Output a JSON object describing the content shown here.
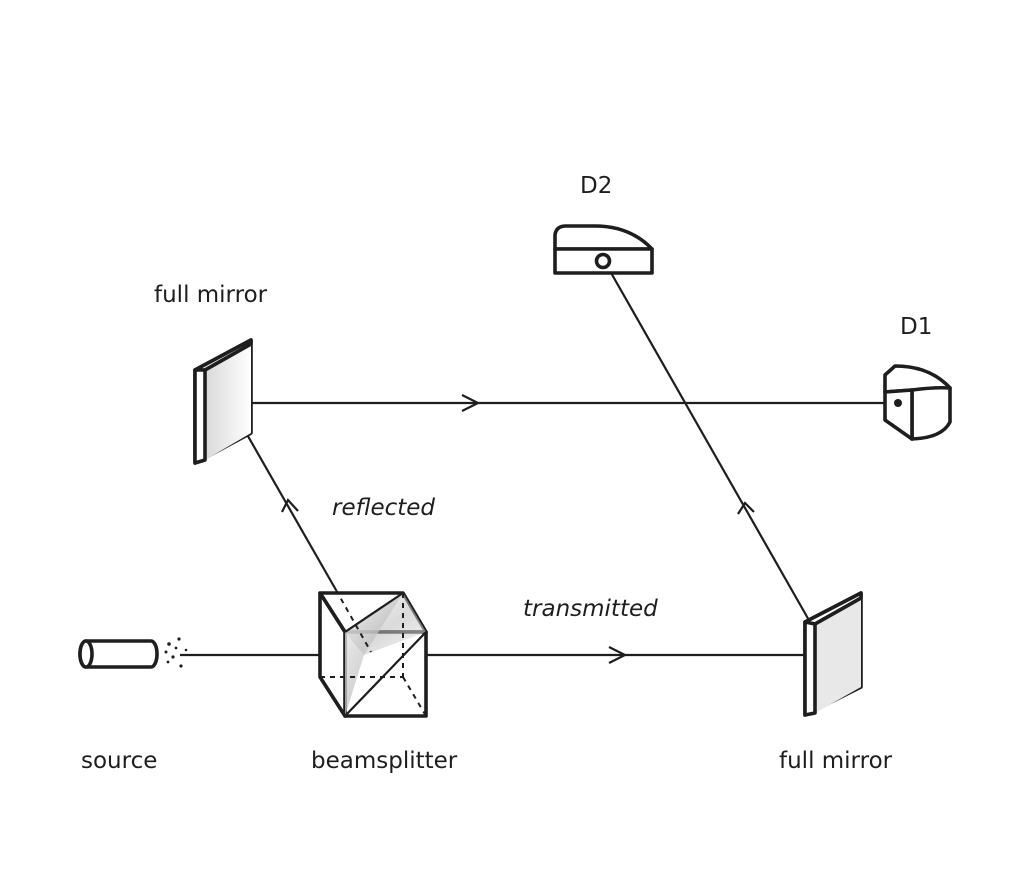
{
  "labels": {
    "source": "source",
    "beamsplitter": "beamsplitter",
    "full_mirror_top": "full mirror",
    "full_mirror_bottom": "full mirror",
    "d1": "D1",
    "d2": "D2",
    "reflected": "reflected",
    "transmitted": "transmitted"
  },
  "colors": {
    "ink": "#1e1e1e",
    "background": "#ffffff",
    "mirror_glass": "#c8c8c8"
  },
  "icons": [
    "source-emitter",
    "beamsplitter-cube",
    "full-mirror",
    "detector"
  ]
}
